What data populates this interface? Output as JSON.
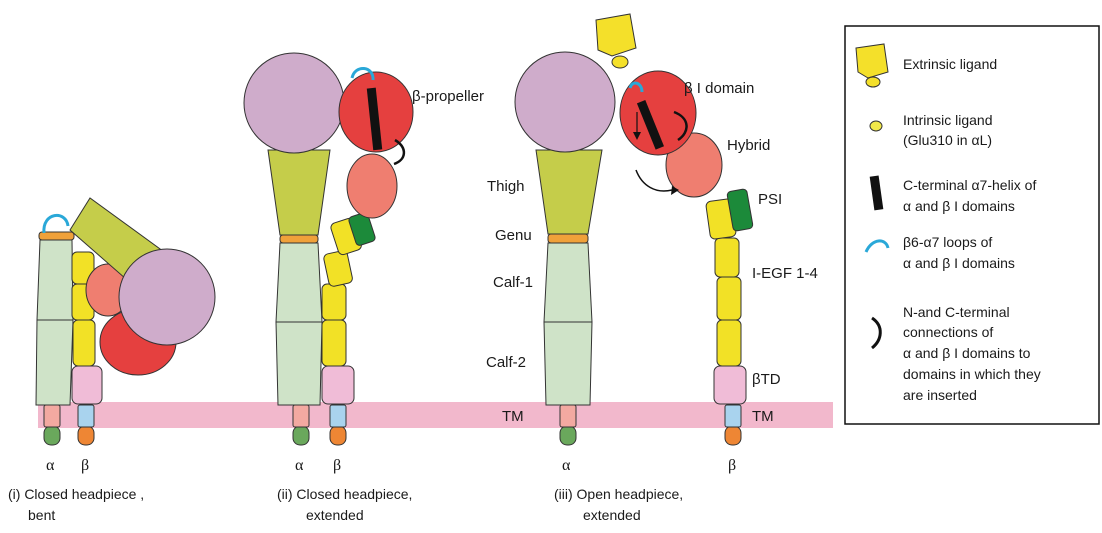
{
  "colors": {
    "membrane": "#f2b8cc",
    "calf": "#cfe3c8",
    "genu": "#f0a13a",
    "thigh": "#c5cd4a",
    "propeller": "#cfaccb",
    "betaI": "#e5403f",
    "hybrid": "#ef7e70",
    "psi": "#1c8a3a",
    "egf": "#f2e126",
    "btd": "#f0bcd7",
    "tm_alpha": "#f3a9a1",
    "tm_beta": "#a9d3ee",
    "cyto_alpha": "#6aa85c",
    "cyto_beta": "#ee8634",
    "extrinsic_ligand": "#f4e02a",
    "intrinsic_ligand": "#f2e84a",
    "loop": "#2aa8d8",
    "helix": "#111111"
  },
  "panels": [
    {
      "alpha_label": "α",
      "beta_label": "β",
      "caption_line1": "(i) Closed headpiece ,",
      "caption_line2": "bent"
    },
    {
      "alpha_label": "α",
      "beta_label": "β",
      "caption_line1": "(ii) Closed headpiece,",
      "caption_line2": "extended"
    },
    {
      "alpha_label": "α",
      "beta_label": "β",
      "caption_line1": "(iii) Open headpiece,",
      "caption_line2": "extended"
    }
  ],
  "domain_labels": {
    "beta_propeller": "β-propeller",
    "beta_i_domain": "β I domain",
    "hybrid": "Hybrid",
    "thigh": "Thigh",
    "psi": "PSI",
    "genu": "Genu",
    "iegf": "I-EGF 1-4",
    "calf1": "Calf-1",
    "calf2": "Calf-2",
    "btd": "βTD",
    "tm_left": "TM",
    "tm_right": "TM"
  },
  "legend": {
    "items": [
      {
        "icon": "extrinsic-ligand-icon",
        "lines": [
          "Extrinsic ligand"
        ]
      },
      {
        "icon": "intrinsic-ligand-icon",
        "lines": [
          "Intrinsic ligand",
          "(Glu310 in αL)"
        ]
      },
      {
        "icon": "c-terminal-helix-icon",
        "lines": [
          "C-terminal α7-helix of",
          "α and β I domains"
        ]
      },
      {
        "icon": "beta6-alpha7-loop-icon",
        "lines": [
          "β6-α7 loops of",
          "α and β I domains"
        ]
      },
      {
        "icon": "connection-icon",
        "lines": [
          "N-and C-terminal",
          "connections of",
          "α and β I domains to",
          "domains in which they",
          "are inserted"
        ]
      }
    ]
  }
}
